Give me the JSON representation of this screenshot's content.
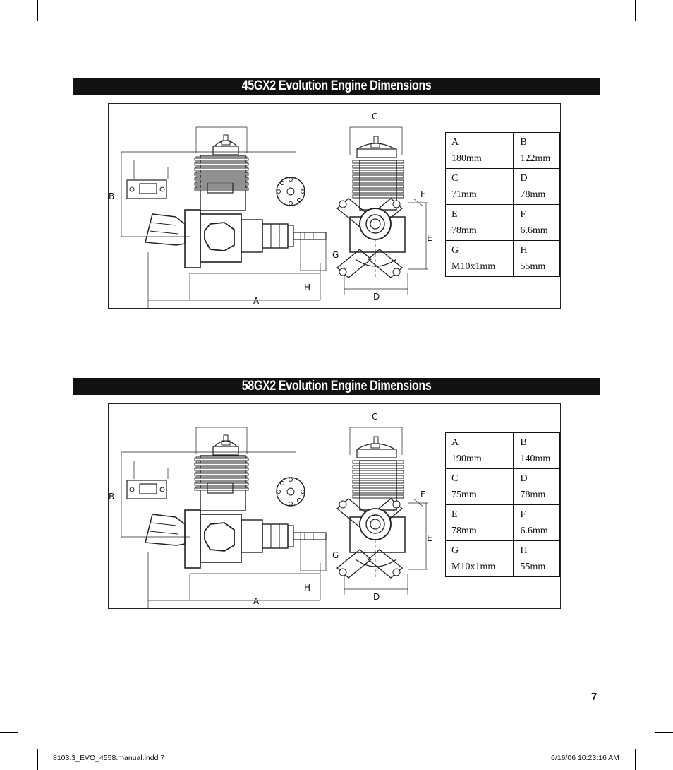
{
  "sections": [
    {
      "title": "45GX2 Evolution Engine Dimensions",
      "labels": {
        "a": "A",
        "b": "B",
        "c": "C",
        "d": "D",
        "e": "E",
        "f": "F",
        "g": "G",
        "h": "H"
      },
      "table": [
        [
          {
            "k": "A",
            "v": "180mm"
          },
          {
            "k": "B",
            "v": "122mm"
          }
        ],
        [
          {
            "k": "C",
            "v": "71mm"
          },
          {
            "k": "D",
            "v": "78mm"
          }
        ],
        [
          {
            "k": "E",
            "v": "78mm"
          },
          {
            "k": "F",
            "v": "6.6mm"
          }
        ],
        [
          {
            "k": "G",
            "v": "M10x1mm"
          },
          {
            "k": "H",
            "v": "55mm"
          }
        ]
      ]
    },
    {
      "title": "58GX2 Evolution Engine Dimensions",
      "labels": {
        "a": "A",
        "b": "B",
        "c": "C",
        "d": "D",
        "e": "E",
        "f": "F",
        "g": "G",
        "h": "H"
      },
      "table": [
        [
          {
            "k": "A",
            "v": "190mm"
          },
          {
            "k": "B",
            "v": "140mm"
          }
        ],
        [
          {
            "k": "C",
            "v": "75mm"
          },
          {
            "k": "D",
            "v": "78mm"
          }
        ],
        [
          {
            "k": "E",
            "v": "78mm"
          },
          {
            "k": "F",
            "v": "6.6mm"
          }
        ],
        [
          {
            "k": "G",
            "v": "M10x1mm"
          },
          {
            "k": "H",
            "v": "55mm"
          }
        ]
      ]
    }
  ],
  "page_number": "7",
  "footer": {
    "file": "8103.3_EVO_4558.manual.indd   7",
    "timestamp": "6/16/06   10:23:16 AM"
  }
}
